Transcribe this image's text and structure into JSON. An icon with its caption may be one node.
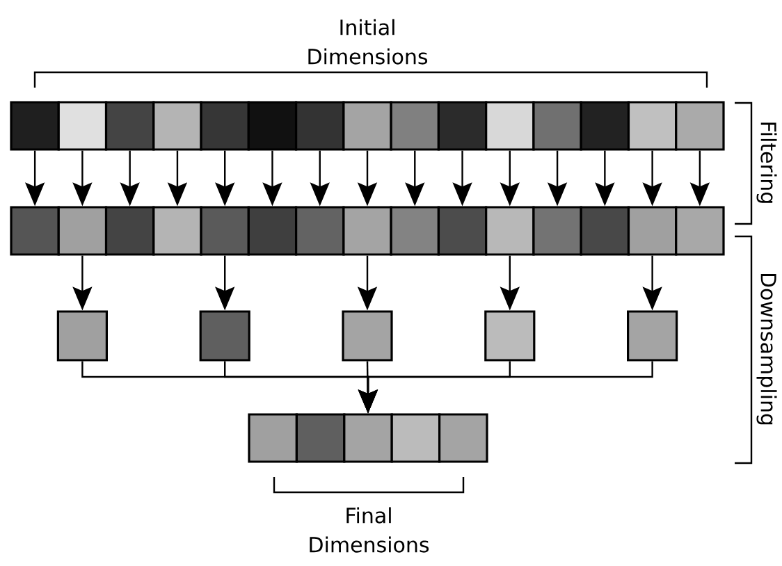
{
  "diagram": {
    "nodes": [
      {
        "text": [],
        "shape": "box"
      },
      {
        "text": [],
        "shape": "box"
      },
      {
        "text": [],
        "shape": "box"
      },
      {
        "text": [],
        "shape": "box"
      },
      {
        "text": [],
        "shape": "box"
      },
      {
        "text": [],
        "shape": "box"
      },
      {
        "text": [],
        "shape": "box"
      },
      {
        "text": [],
        "shape": "box"
      },
      {
        "text": [],
        "shape": "box"
      },
      {
        "text": [],
        "shape": "box"
      },
      {
        "text": [],
        "shape": "box"
      },
      {
        "text": [],
        "shape": "box"
      },
      {
        "text": [],
        "shape": "box"
      },
      {
        "text": [],
        "shape": "box"
      },
      {
        "text": [],
        "shape": "box"
      },
      {
        "text": [],
        "shape": "box"
      },
      {
        "text": [],
        "shape": "box"
      },
      {
        "text": [],
        "shape": "box"
      },
      {
        "text": [],
        "shape": "box"
      },
      {
        "text": [],
        "shape": "box"
      },
      {
        "text": [],
        "shape": "box"
      },
      {
        "text": [],
        "shape": "box"
      },
      {
        "text": [],
        "shape": "box"
      },
      {
        "text": [],
        "shape": "box"
      },
      {
        "text": [],
        "shape": "box"
      },
      {
        "text": [],
        "shape": "box"
      },
      {
        "text": [],
        "shape": "box"
      },
      {
        "text": [],
        "shape": "box"
      },
      {
        "text": [],
        "shape": "box"
      },
      {
        "text": [],
        "shape": "box"
      },
      {
        "text": [],
        "shape": "box"
      },
      {
        "text": [],
        "shape": "box"
      },
      {
        "text": [],
        "shape": "box"
      },
      {
        "text": [],
        "shape": "box"
      },
      {
        "text": [],
        "shape": "box"
      },
      {
        "text": [],
        "shape": "box"
      },
      {
        "text": [],
        "shape": "box"
      },
      {
        "text": [],
        "shape": "box"
      },
      {
        "text": [],
        "shape": "box"
      },
      {
        "text": [],
        "shape": "box"
      }
    ],
    "edges": [
      {
        "from": 0,
        "to": 15,
        "arrow": "to"
      },
      {
        "from": 1,
        "to": 16,
        "arrow": "to"
      },
      {
        "from": 2,
        "to": 17,
        "arrow": "to"
      },
      {
        "from": 3,
        "to": 18,
        "arrow": "to"
      },
      {
        "from": 4,
        "to": 19,
        "arrow": "to"
      },
      {
        "from": 5,
        "to": 20,
        "arrow": "to"
      },
      {
        "from": 6,
        "to": 21,
        "arrow": "to"
      },
      {
        "from": 7,
        "to": 22,
        "arrow": "to"
      },
      {
        "from": 8,
        "to": 23,
        "arrow": "to"
      },
      {
        "from": 9,
        "to": 24,
        "arrow": "to"
      },
      {
        "from": 10,
        "to": 25,
        "arrow": "to"
      },
      {
        "from": 11,
        "to": 26,
        "arrow": "to"
      },
      {
        "from": 12,
        "to": 27,
        "arrow": "to"
      },
      {
        "from": 13,
        "to": 28,
        "arrow": "to"
      },
      {
        "from": 14,
        "to": 29,
        "arrow": "to"
      },
      {
        "from": 16,
        "to": 30,
        "arrow": "to"
      },
      {
        "from": 19,
        "to": 31,
        "arrow": "to"
      },
      {
        "from": 22,
        "to": 32,
        "arrow": "to"
      },
      {
        "from": 25,
        "to": 33,
        "arrow": "to"
      },
      {
        "from": 28,
        "to": 34,
        "arrow": "to"
      },
      {
        "from": 30,
        "to": 37,
        "arrow": "to"
      },
      {
        "from": 31,
        "to": 37,
        "arrow": "to"
      },
      {
        "from": 32,
        "to": 37,
        "arrow": "to"
      },
      {
        "from": 33,
        "to": 37,
        "arrow": "to"
      },
      {
        "from": 34,
        "to": 37,
        "arrow": "to"
      }
    ],
    "labels": [
      "Initial Dimensions",
      "Filtering",
      "Downsampling",
      "Final Dimensions"
    ]
  }
}
